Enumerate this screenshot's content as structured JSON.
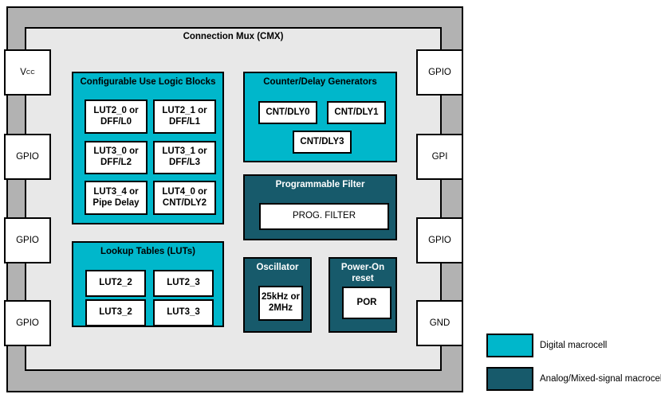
{
  "colors": {
    "digital": "#00b7cb",
    "analog": "#175a6b",
    "frame": "#b2b2b2",
    "inner_bg": "#e8e8e8"
  },
  "diagram": {
    "title": "Connection Mux (CMX)",
    "pins": {
      "left": [
        {
          "text": "V",
          "sub": "CC"
        },
        {
          "text": "GPIO"
        },
        {
          "text": "GPIO"
        },
        {
          "text": "GPIO"
        }
      ],
      "right": [
        {
          "text": "GPIO"
        },
        {
          "text": "GPI"
        },
        {
          "text": "GPIO"
        },
        {
          "text": "GND"
        }
      ]
    },
    "blocks": {
      "culb": {
        "title": "Configurable Use Logic Blocks",
        "cells": [
          "LUT2_0 or DFF/L0",
          "LUT2_1 or DFF/L1",
          "LUT3_0 or DFF/L2",
          "LUT3_1 or DFF/L3",
          "LUT3_4 or Pipe Delay",
          "LUT4_0 or CNT/DLY2"
        ]
      },
      "counter": {
        "title": "Counter/Delay Generators",
        "cells": [
          "CNT/DLY0",
          "CNT/DLY1",
          "CNT/DLY3"
        ]
      },
      "filter": {
        "title": "Programmable Filter",
        "cell": "PROG. FILTER"
      },
      "luts": {
        "title": "Lookup Tables (LUTs)",
        "cells": [
          "LUT2_2",
          "LUT2_3",
          "LUT3_2",
          "LUT3_3"
        ]
      },
      "oscillator": {
        "title": "Oscillator",
        "cell": "25kHz or 2MHz"
      },
      "por": {
        "title": "Power-On reset",
        "cell": "POR"
      }
    }
  },
  "legend": {
    "items": [
      {
        "label": "Digital macrocell",
        "color": "#00b7cb"
      },
      {
        "label": "Analog/Mixed-signal macrocell",
        "color": "#175a6b"
      }
    ]
  }
}
